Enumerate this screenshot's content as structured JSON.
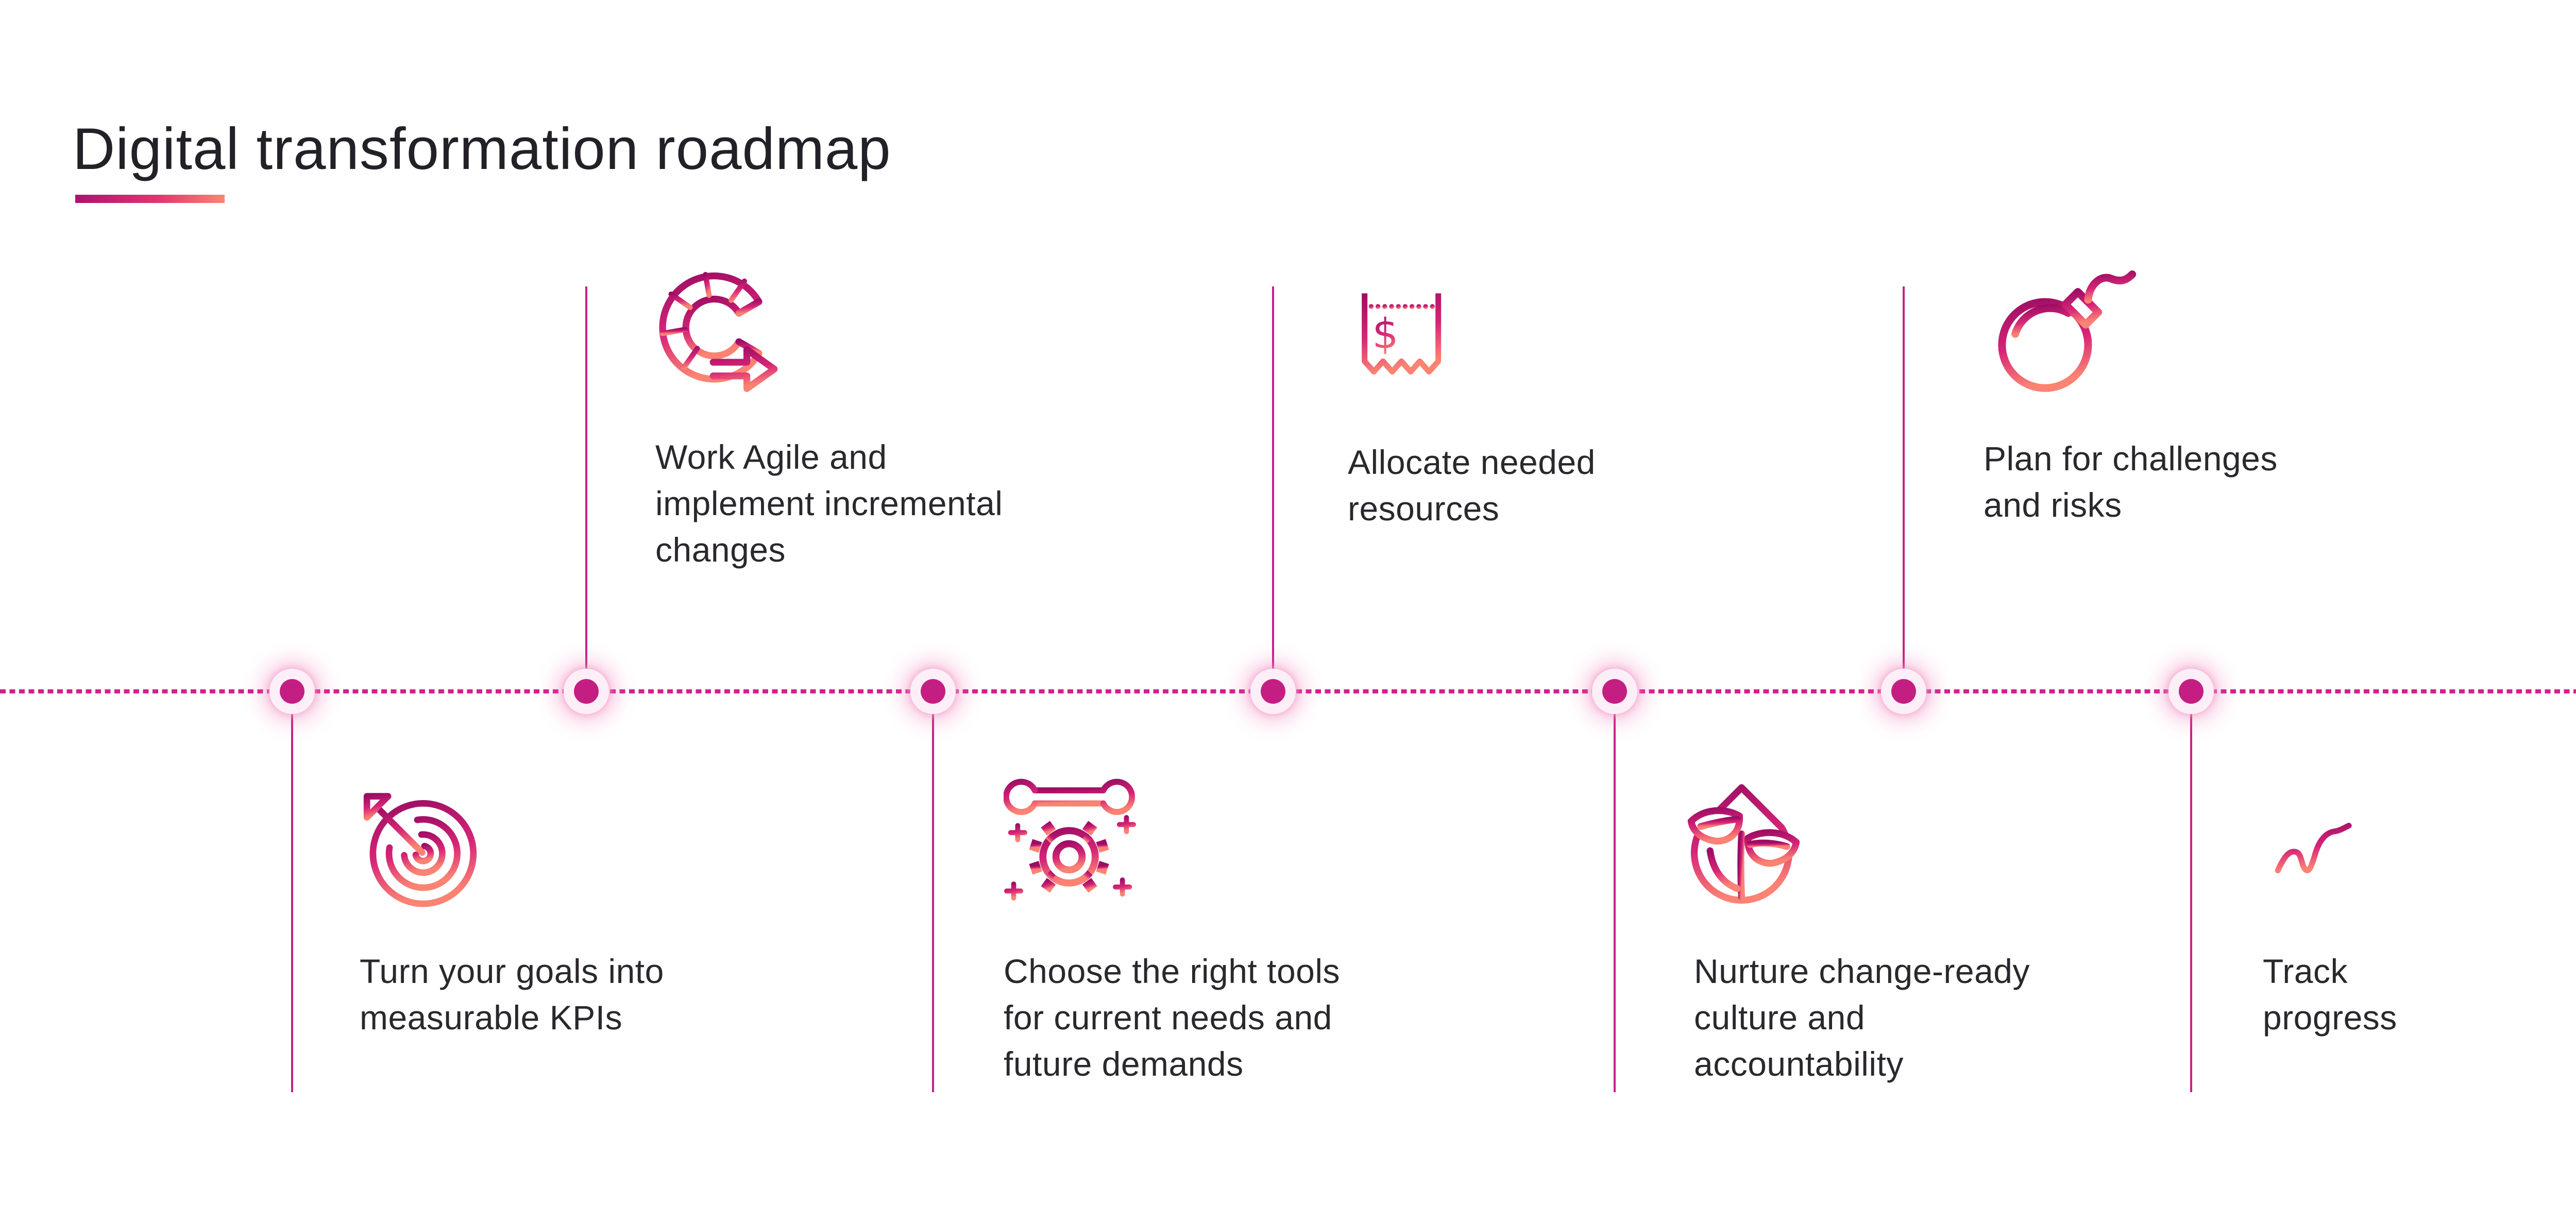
{
  "page": {
    "title": "Digital transformation roadmap"
  },
  "theme": {
    "gradient_start": "#a80f6b",
    "gradient_mid": "#d62577",
    "gradient_end": "#fb8373",
    "timeline_dot_color": "#c51e83",
    "timeline_dash_color": "#d51e90",
    "connector_color": "#c42385",
    "text_color": "#2a282d"
  },
  "timeline": {
    "items": [
      {
        "icon": "target-arrow-icon",
        "side": "below",
        "label": "Turn your goals into\nmeasurable KPIs"
      },
      {
        "icon": "agile-cycle-arrow-icon",
        "side": "above",
        "label": "Work Agile and\nimplement incremental\nchanges"
      },
      {
        "icon": "gear-wrench-icon",
        "side": "below",
        "label": "Choose the right tools\nfor current needs and\nfuture demands"
      },
      {
        "icon": "invoice-receipt-icon",
        "side": "above",
        "label": "Allocate needed\nresources"
      },
      {
        "icon": "sprout-leaf-icon",
        "side": "below",
        "label": "Nurture change-ready\nculture and\naccountability"
      },
      {
        "icon": "bomb-icon",
        "side": "above",
        "label": "Plan for challenges\nand risks"
      },
      {
        "icon": "line-chart-icon",
        "side": "below",
        "label": "Track\nprogress"
      }
    ]
  }
}
